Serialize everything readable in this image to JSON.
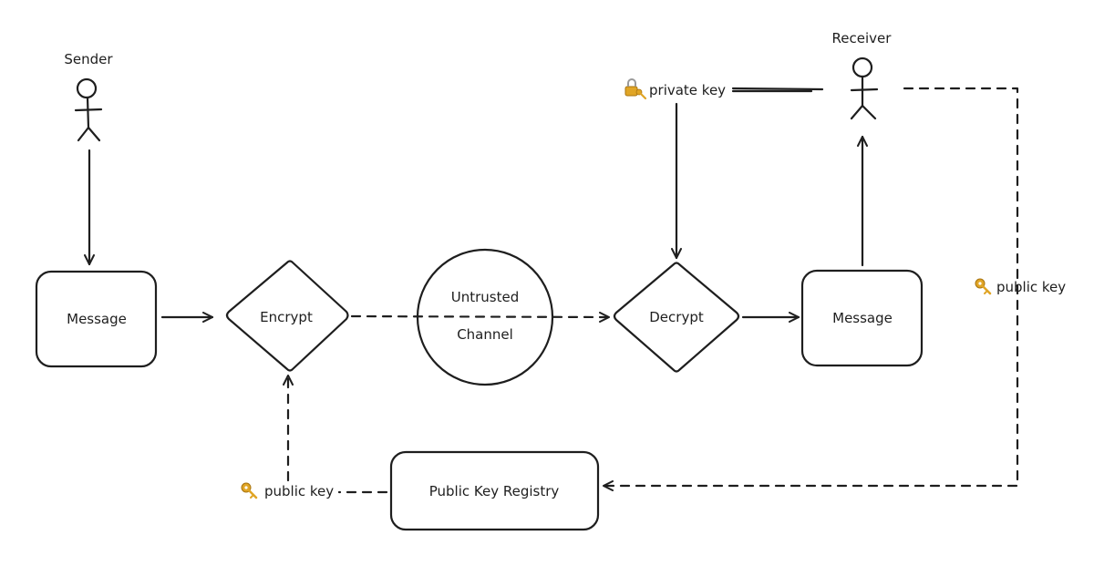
{
  "actors": {
    "sender": "Sender",
    "receiver": "Receiver"
  },
  "nodes": {
    "message_left": "Message",
    "encrypt": "Encrypt",
    "channel_line1": "Untrusted",
    "channel_line2": "Channel",
    "decrypt": "Decrypt",
    "message_right": "Message",
    "registry": "Public Key Registry"
  },
  "edge_labels": {
    "private_key": "private key",
    "public_key_right": "public key",
    "public_key_bottom": "public key"
  },
  "icons": {
    "private_key": "lock-with-key-icon",
    "public_key": "key-icon"
  },
  "colors": {
    "stroke": "#1e1e1e",
    "key_gold": "#e0a526"
  }
}
